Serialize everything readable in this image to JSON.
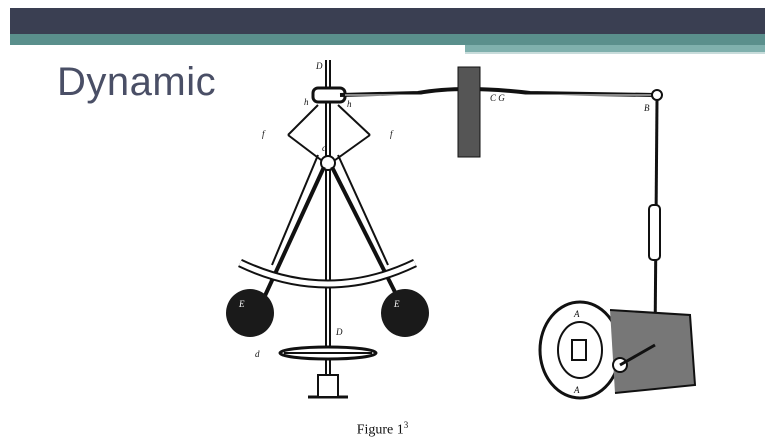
{
  "slide": {
    "title": "Dynamic",
    "caption_text": "Figure 1",
    "caption_sup": "3"
  },
  "figure": {
    "labels": {
      "D_top": "D",
      "h_left": "h",
      "h_right": "h",
      "f_left": "f",
      "f_right": "f",
      "c": "c",
      "CG": "C G",
      "B": "B",
      "E_left": "E",
      "E_right": "E",
      "D_bottom": "D",
      "d": "d",
      "A_top": "A",
      "A_bottom": "A"
    }
  },
  "colors": {
    "band_dark": "#3a3f52",
    "band_teal": "#5a8f8c",
    "title": "#4a4f66"
  }
}
